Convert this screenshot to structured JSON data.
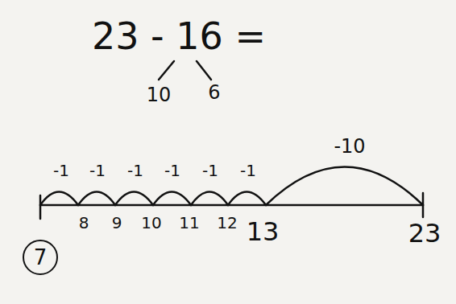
{
  "diagram": {
    "nodes": [
      {
        "text": [
          "7"
        ]
      }
    ],
    "labels": [
      "23 - 16 =",
      "10",
      "6",
      "-10",
      "-1",
      "-1",
      "-1",
      "-1",
      "-1",
      "-1",
      "8",
      "9",
      "10",
      "11",
      "12",
      "13",
      "23"
    ]
  }
}
